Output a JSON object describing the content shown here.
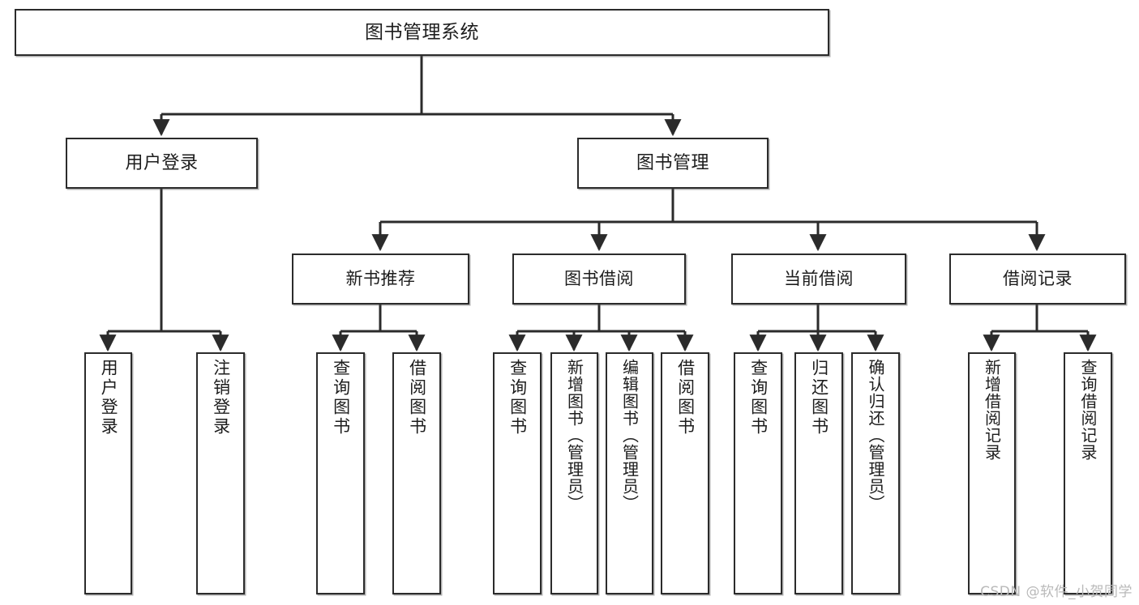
{
  "diagram": {
    "title": "图书管理系统",
    "type": "tree-hierarchy",
    "orientation": "top-down",
    "colors": {
      "box_border": "#2b2b2b",
      "box_fill": "#ffffff",
      "edge": "#2b2b2b",
      "text": "#1d1d1d",
      "watermark": "#b9b9b9",
      "background": "#ffffff"
    },
    "root": {
      "id": "root",
      "label": "图书管理系统"
    },
    "level2": [
      {
        "id": "user-login",
        "label": "用户登录"
      },
      {
        "id": "book-management",
        "label": "图书管理"
      }
    ],
    "level3": [
      {
        "id": "new-book-recommend",
        "label": "新书推荐",
        "parent": "book-management"
      },
      {
        "id": "book-borrow",
        "label": "图书借阅",
        "parent": "book-management"
      },
      {
        "id": "current-borrow",
        "label": "当前借阅",
        "parent": "book-management"
      },
      {
        "id": "borrow-record",
        "label": "借阅记录",
        "parent": "book-management"
      }
    ],
    "leaves": [
      {
        "id": "leaf-user-login",
        "label": "用户登录",
        "parent": "user-login"
      },
      {
        "id": "leaf-logout-login",
        "label": "注销登录",
        "parent": "user-login"
      },
      {
        "id": "leaf-query-book-1",
        "label": "查询图书",
        "parent": "new-book-recommend"
      },
      {
        "id": "leaf-borrow-book-1",
        "label": "借阅图书",
        "parent": "new-book-recommend"
      },
      {
        "id": "leaf-query-book-2",
        "label": "查询图书",
        "parent": "book-borrow"
      },
      {
        "id": "leaf-add-book-admin",
        "label": "新增图书（管理员）",
        "parent": "book-borrow"
      },
      {
        "id": "leaf-edit-book-admin",
        "label": "编辑图书（管理员）",
        "parent": "book-borrow"
      },
      {
        "id": "leaf-borrow-book-2",
        "label": "借阅图书",
        "parent": "book-borrow"
      },
      {
        "id": "leaf-query-book-3",
        "label": "查询图书",
        "parent": "current-borrow"
      },
      {
        "id": "leaf-return-book",
        "label": "归还图书",
        "parent": "current-borrow"
      },
      {
        "id": "leaf-confirm-return-admin",
        "label": "确认归还（管理员）",
        "parent": "current-borrow"
      },
      {
        "id": "leaf-add-borrow-record",
        "label": "新增借阅记录",
        "parent": "borrow-record"
      },
      {
        "id": "leaf-query-borrow-record",
        "label": "查询借阅记录",
        "parent": "borrow-record"
      }
    ]
  },
  "watermark": {
    "text": "CSDN @软件_小贺同学"
  }
}
